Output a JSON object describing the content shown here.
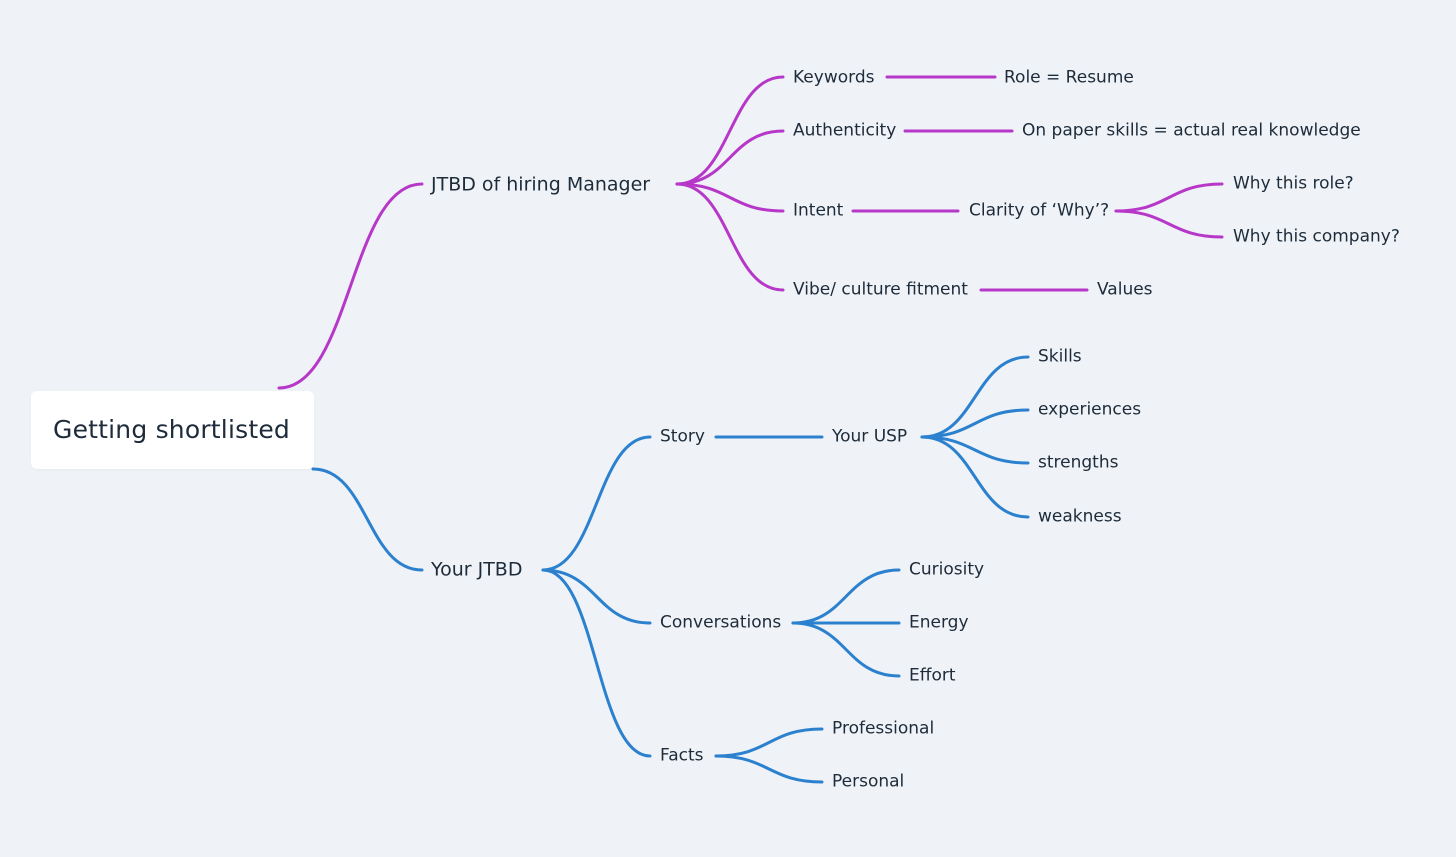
{
  "diagram": {
    "root": "Getting shortlisted",
    "colors": {
      "top_branch": "#b637c8",
      "bottom_branch": "#2c81cf",
      "background": "#eff3f7"
    },
    "top": {
      "label": "JTBD of hiring Manager",
      "children": [
        {
          "label": "Keywords",
          "children": [
            {
              "label": "Role = Resume"
            }
          ]
        },
        {
          "label": "Authenticity",
          "children": [
            {
              "label": "On paper skills = actual real knowledge"
            }
          ]
        },
        {
          "label": "Intent",
          "children": [
            {
              "label": "Clarity of ‘Why’?",
              "children": [
                {
                  "label": "Why this role?"
                },
                {
                  "label": "Why this company?"
                }
              ]
            }
          ]
        },
        {
          "label": "Vibe/ culture fitment",
          "children": [
            {
              "label": "Values"
            }
          ]
        }
      ]
    },
    "bottom": {
      "label": "Your JTBD",
      "children": [
        {
          "label": "Story",
          "children": [
            {
              "label": "Your USP",
              "children": [
                {
                  "label": "Skills"
                },
                {
                  "label": "experiences"
                },
                {
                  "label": "strengths"
                },
                {
                  "label": "weakness"
                }
              ]
            }
          ]
        },
        {
          "label": "Conversations",
          "children": [
            {
              "label": "Curiosity"
            },
            {
              "label": "Energy"
            },
            {
              "label": "Effort"
            }
          ]
        },
        {
          "label": "Facts",
          "children": [
            {
              "label": "Professional"
            },
            {
              "label": "Personal"
            }
          ]
        }
      ]
    }
  }
}
